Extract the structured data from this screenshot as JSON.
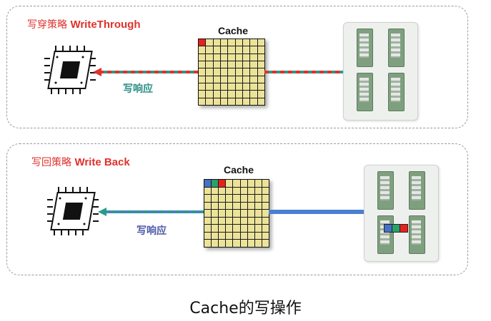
{
  "panels": [
    {
      "policy_cn": "写穿策略",
      "policy_en": "WriteThrough",
      "cache_label": "Cache",
      "response_label": "写响应",
      "colors": {
        "response_text": "#2c8f86",
        "highlight": [
          "#e8201c"
        ]
      }
    },
    {
      "policy_cn": "写回策略",
      "policy_en": "Write Back",
      "cache_label": "Cache",
      "response_label": "写响应",
      "colors": {
        "response_text": "#4e5aa8",
        "highlight": [
          "#4472c4",
          "#2aa06a",
          "#e8201c"
        ]
      }
    }
  ],
  "caption": "Cache的写操作",
  "icons": [
    "cpu-chip-icon",
    "memory-modules-icon",
    "arrow-left-icon"
  ]
}
